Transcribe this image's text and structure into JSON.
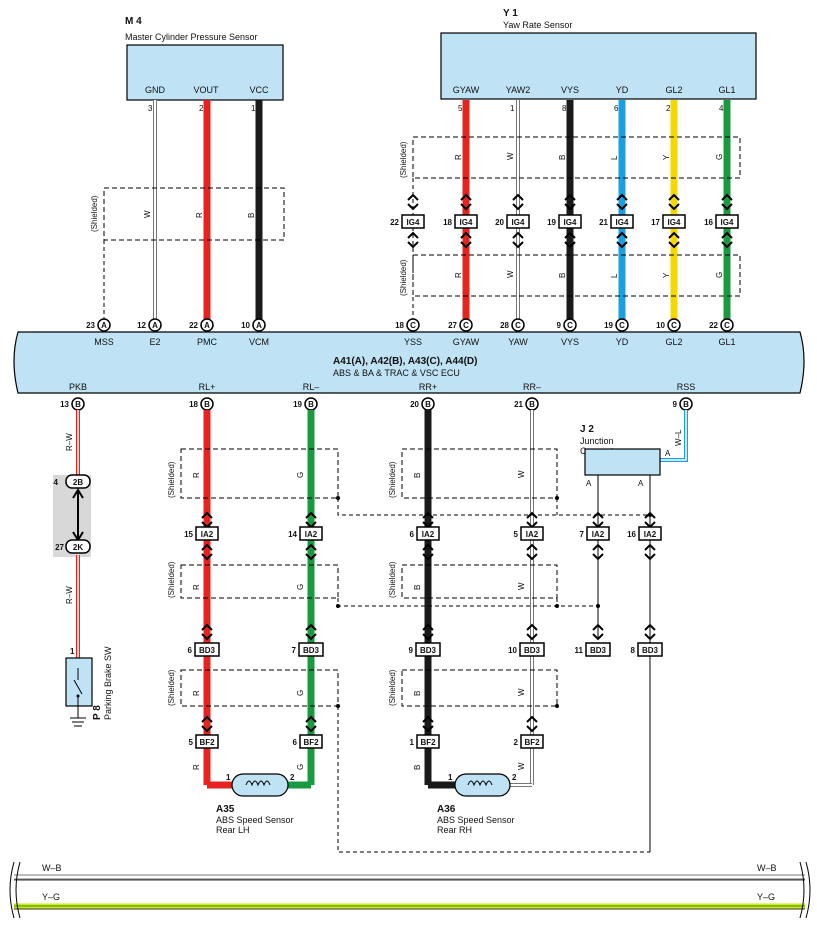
{
  "master_sensor": {
    "code": "M 4",
    "name": "Master Cylinder Pressure Sensor",
    "terminals": [
      "GND",
      "VOUT",
      "VCC"
    ],
    "pins": [
      "3",
      "2",
      "1"
    ],
    "wire_colors": [
      "W",
      "R",
      "B"
    ],
    "shielded": "(Shielded)"
  },
  "yaw_sensor": {
    "code": "Y 1",
    "name": "Yaw Rate Sensor",
    "terminals": [
      "GYAW",
      "YAW2",
      "VYS",
      "YD",
      "GL2",
      "GL1"
    ],
    "pins": [
      "5",
      "1",
      "8",
      "6",
      "2",
      "4"
    ],
    "wire_colors": [
      "R",
      "W",
      "B",
      "L",
      "Y",
      "G"
    ],
    "ig4_pins": [
      "22",
      "18",
      "20",
      "19",
      "21",
      "17",
      "16"
    ],
    "ig4_label": "IG4",
    "shielded": "(Shielded)"
  },
  "ecu": {
    "title": "A41(A), A42(B), A43(C), A44(D)",
    "subtitle": "ABS & BA & TRAC & VSC ECU",
    "top_terminals": [
      {
        "pin": "23",
        "conn": "A",
        "name": "MSS"
      },
      {
        "pin": "12",
        "conn": "A",
        "name": "E2"
      },
      {
        "pin": "22",
        "conn": "A",
        "name": "PMC"
      },
      {
        "pin": "10",
        "conn": "A",
        "name": "VCM"
      },
      {
        "pin": "18",
        "conn": "C",
        "name": "YSS"
      },
      {
        "pin": "27",
        "conn": "C",
        "name": "GYAW"
      },
      {
        "pin": "28",
        "conn": "C",
        "name": "YAW"
      },
      {
        "pin": "9",
        "conn": "C",
        "name": "VYS"
      },
      {
        "pin": "19",
        "conn": "C",
        "name": "YD"
      },
      {
        "pin": "10",
        "conn": "C",
        "name": "GL2"
      },
      {
        "pin": "22",
        "conn": "C",
        "name": "GL1"
      }
    ],
    "bottom_terminals": [
      {
        "pin": "13",
        "conn": "B",
        "name": "PKB"
      },
      {
        "pin": "18",
        "conn": "B",
        "name": "RL+"
      },
      {
        "pin": "19",
        "conn": "B",
        "name": "RL–"
      },
      {
        "pin": "20",
        "conn": "B",
        "name": "RR+"
      },
      {
        "pin": "21",
        "conn": "B",
        "name": "RR–"
      },
      {
        "pin": "9",
        "conn": "B",
        "name": "RSS"
      }
    ]
  },
  "rear": {
    "shielded": "(Shielded)",
    "ia2_label": "IA2",
    "bd3_label": "BD3",
    "bf2_label": "BF2",
    "ia2_pins": [
      "15",
      "14",
      "6",
      "5",
      "7",
      "16"
    ],
    "bd3_pins": [
      "6",
      "7",
      "9",
      "10",
      "11",
      "8"
    ],
    "bf2_pins": [
      "5",
      "6",
      "1",
      "2"
    ],
    "wire_colors": [
      "R",
      "G",
      "B",
      "W"
    ],
    "sensor_pins": [
      "1",
      "2",
      "1",
      "2"
    ]
  },
  "parking": {
    "wire": "R–W",
    "pin13": "13",
    "jc_top_pin": "4",
    "jc_top": "2B",
    "jc_bottom_pin": "27",
    "jc_bottom": "2K",
    "sw_pin": "1",
    "code": "P 8",
    "name": "Parking Brake SW"
  },
  "junction": {
    "code": "J 2",
    "name_line1": "Junction",
    "name_line2": "Connector",
    "wire": "W–L",
    "pin_a": "A"
  },
  "speed_lh": {
    "code": "A35",
    "line1": "ABS Speed Sensor",
    "line2": "Rear LH"
  },
  "speed_rh": {
    "code": "A36",
    "line1": "ABS Speed Sensor",
    "line2": "Rear RH"
  },
  "bus": {
    "wb": "W–B",
    "yg": "Y–G"
  }
}
